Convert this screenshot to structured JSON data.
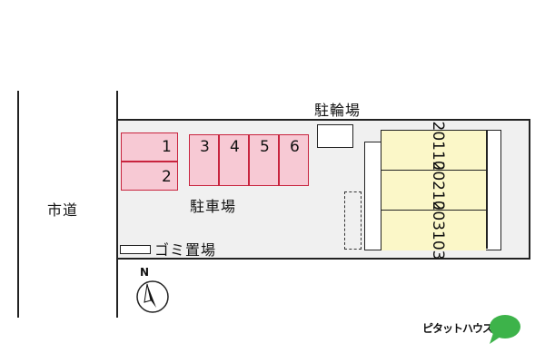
{
  "road": {
    "label": "市道"
  },
  "parking": {
    "label": "駐車場",
    "slots": [
      "1",
      "2",
      "3",
      "4",
      "5",
      "6"
    ]
  },
  "bicycle": {
    "label": "駐輪場"
  },
  "garbage": {
    "label": "ゴミ置場"
  },
  "compass": {
    "north": "N"
  },
  "building": {
    "units": [
      {
        "upper": "201",
        "lower": "101"
      },
      {
        "upper": "202",
        "lower": "102"
      },
      {
        "upper": "203",
        "lower": "103"
      }
    ]
  },
  "brand": {
    "name": "ピタットハウス",
    "color": "#3db34a"
  },
  "colors": {
    "parking_fill": "#f7c9d4",
    "parking_border": "#c8243e",
    "building_fill": "#fbf7c8",
    "site_fill": "#f0f0f0"
  }
}
